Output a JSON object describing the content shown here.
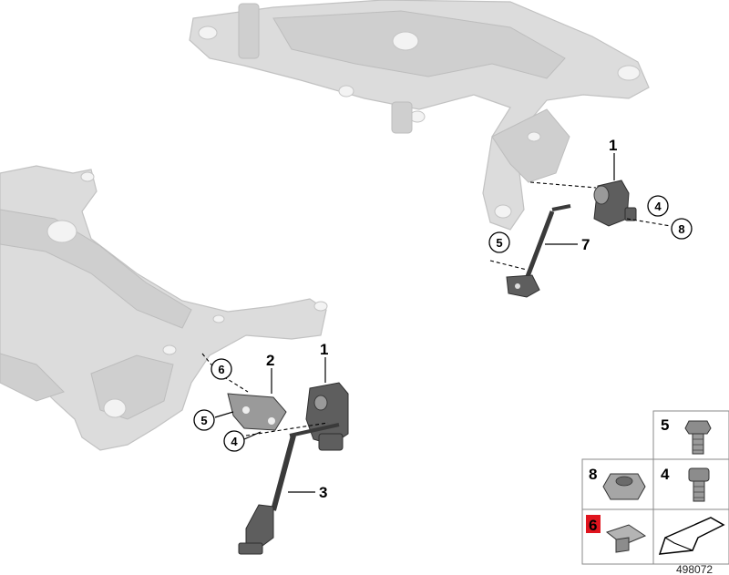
{
  "callouts": {
    "rear_sensor": "1",
    "front_sensor": "1",
    "bracket": "2",
    "front_rod": "3",
    "rear_rod": "7"
  },
  "circle_callouts": {
    "rear_nut_4": "4",
    "rear_nut_8": "8",
    "rear_bolt_5": "5",
    "front_clip_6": "6",
    "front_bolt_5": "5",
    "front_bolt_4": "4"
  },
  "legend": {
    "bolt_5": "5",
    "nut_8": "8",
    "bolt_4": "4",
    "clip_6": "6",
    "clip_6_highlight": "#e0141e"
  },
  "reference_id": "498072",
  "colors": {
    "frame_fill": "#dcdcdc",
    "part_fill": "#5e5e5e"
  }
}
